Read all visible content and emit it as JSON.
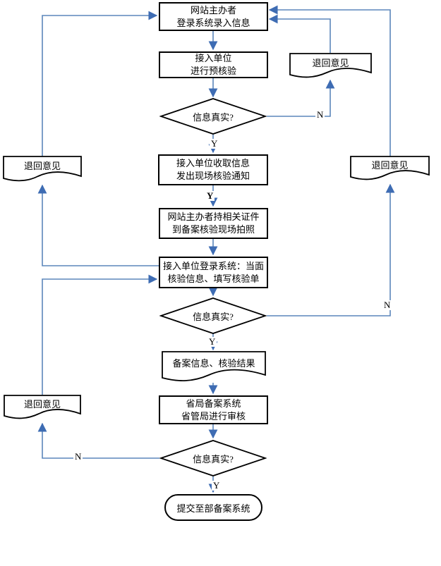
{
  "colors": {
    "connector": "#5b86bb",
    "arrow": "#3e6cb3",
    "shape_border": "#000000",
    "background": "#ffffff",
    "text": "#000000"
  },
  "nodes": {
    "start": {
      "type": "process",
      "lines": [
        "网站主办者",
        "登录系统录入信息"
      ]
    },
    "precheck": {
      "type": "process",
      "lines": [
        "接入单位",
        "进行预核验"
      ]
    },
    "decision1": {
      "type": "decision",
      "label": "信息真实?"
    },
    "notify": {
      "type": "process",
      "lines": [
        "接入单位收取信息",
        "发出现场核验通知"
      ]
    },
    "photo": {
      "type": "process",
      "lines": [
        "网站主办者持相关证件",
        "到备案核验现场拍照"
      ]
    },
    "onsite": {
      "type": "process",
      "lines": [
        "接入单位登录系统：当面",
        "核验信息、填写核验单"
      ]
    },
    "decision2": {
      "type": "decision",
      "label": "信息真实?"
    },
    "result_doc": {
      "type": "document",
      "label": "备案信息、核验结果"
    },
    "province": {
      "type": "process",
      "lines": [
        "省局备案系统",
        "省管局进行审核"
      ]
    },
    "decision3": {
      "type": "decision",
      "label": "信息真实?"
    },
    "end": {
      "type": "terminator",
      "label": "提交至部备案系统"
    },
    "return_top_left": {
      "type": "document",
      "label": "退回意见"
    },
    "return_bottom_left": {
      "type": "document",
      "label": "退回意见"
    },
    "return_top_right": {
      "type": "document",
      "label": "退回意见"
    },
    "return_bottom_right": {
      "type": "document",
      "label": "退回意见"
    }
  },
  "edge_labels": {
    "y1": "Y",
    "y_mid": "Y",
    "y2": "Y",
    "y3": "Y",
    "n1": "N",
    "n2": "N",
    "n3": "N"
  },
  "edges": [
    {
      "from": "start",
      "to": "precheck"
    },
    {
      "from": "precheck",
      "to": "decision1"
    },
    {
      "from": "decision1",
      "to": "notify",
      "label": "Y"
    },
    {
      "from": "decision1",
      "to": "return_top_right",
      "label": "N"
    },
    {
      "from": "return_top_right",
      "to": "start"
    },
    {
      "from": "notify",
      "to": "photo",
      "label": "Y"
    },
    {
      "from": "photo",
      "to": "onsite"
    },
    {
      "from": "onsite",
      "to": "decision2"
    },
    {
      "from": "decision2",
      "to": "result_doc",
      "label": "Y"
    },
    {
      "from": "decision2",
      "to": "return_bottom_right",
      "label": "N"
    },
    {
      "from": "return_bottom_right",
      "to": "start"
    },
    {
      "from": "result_doc",
      "to": "province"
    },
    {
      "from": "province",
      "to": "decision3"
    },
    {
      "from": "decision3",
      "to": "end",
      "label": "Y"
    },
    {
      "from": "decision3",
      "to": "return_bottom_left",
      "label": "N"
    },
    {
      "from": "return_bottom_left",
      "to": "onsite"
    },
    {
      "from": "onsite",
      "to": "return_top_left"
    },
    {
      "from": "return_top_left",
      "to": "start"
    }
  ]
}
